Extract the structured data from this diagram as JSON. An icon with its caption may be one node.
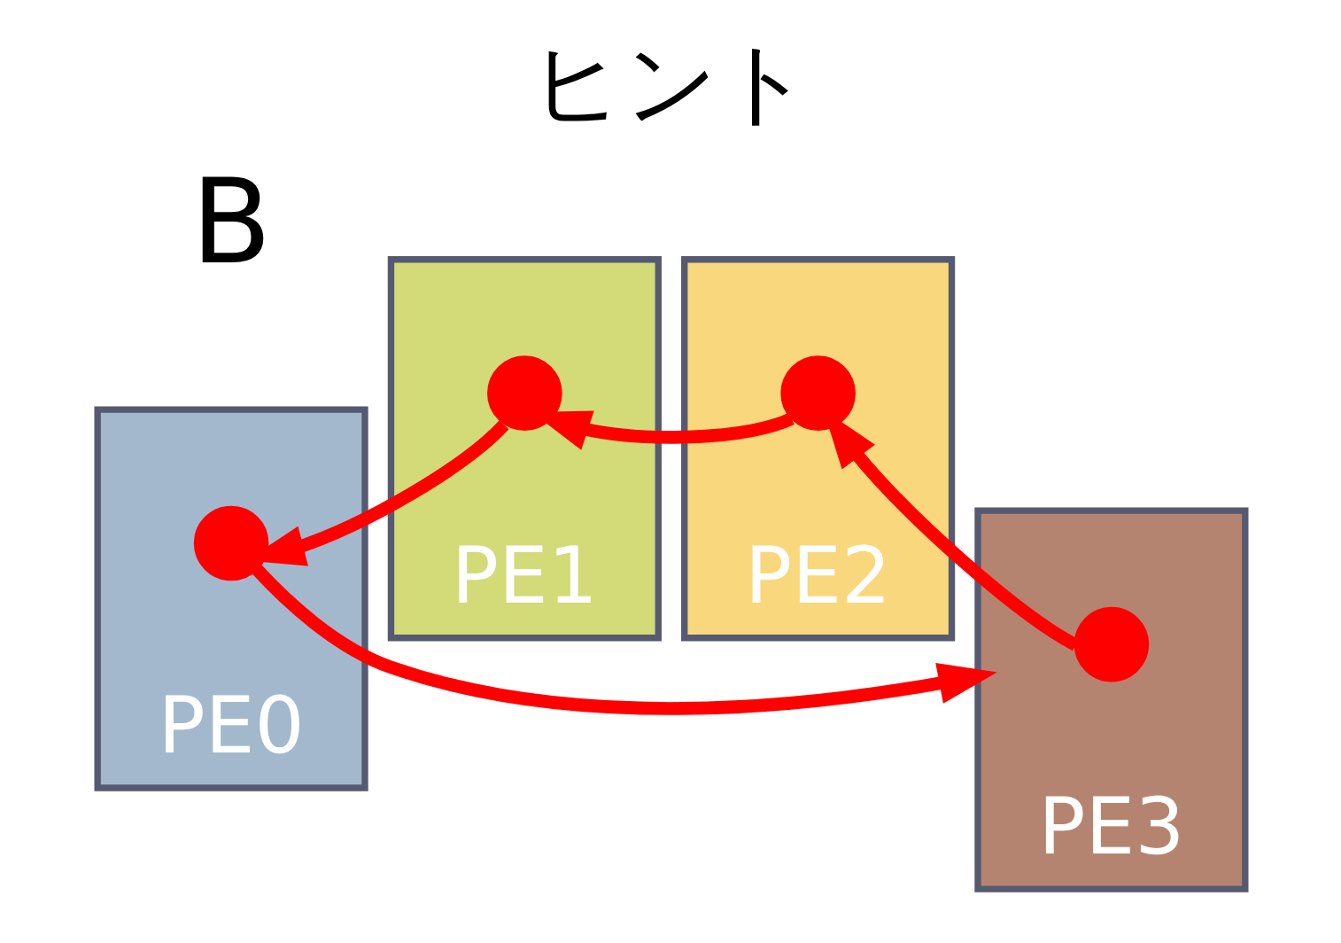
{
  "diagram": {
    "title": "ヒント",
    "nodes": [
      {
        "text": [
          "PE0"
        ]
      },
      {
        "text": [],
        "shape": "circle",
        "in": 0
      },
      {
        "text": [
          "PE1"
        ]
      },
      {
        "text": [],
        "shape": "circle",
        "in": 2
      },
      {
        "text": [
          "PE2"
        ]
      },
      {
        "text": [],
        "shape": "circle",
        "in": 4
      },
      {
        "text": [
          "PE3"
        ]
      },
      {
        "text": [],
        "shape": "circle",
        "in": 6
      }
    ],
    "edges": [
      {
        "from": 7,
        "to": 5,
        "arrow": "to"
      },
      {
        "from": 5,
        "to": 3,
        "arrow": "to"
      },
      {
        "from": 3,
        "to": 1,
        "arrow": "to"
      },
      {
        "from": 1,
        "to": 6,
        "arrow": "to"
      }
    ],
    "labels": [
      "B"
    ]
  }
}
